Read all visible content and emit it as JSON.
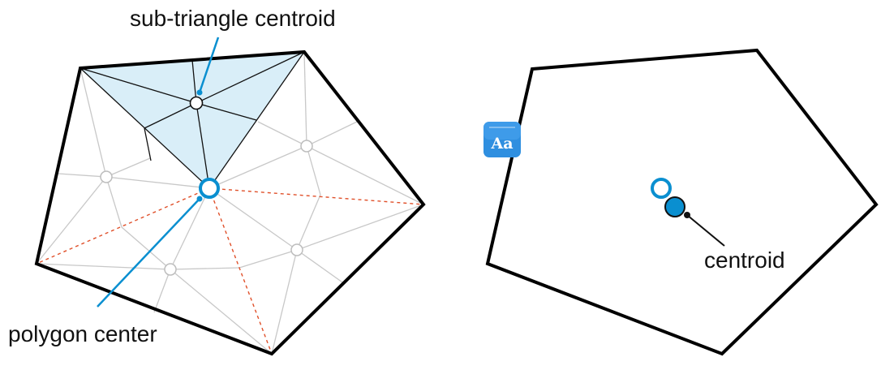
{
  "labels": {
    "sub_triangle_centroid": "sub-triangle centroid",
    "polygon_center": "polygon center",
    "centroid": "centroid"
  },
  "badge": {
    "text": "Aa",
    "icon": "font-icon"
  },
  "colors": {
    "outline": "#000000",
    "accent_blue": "#0a8fd0",
    "highlight_fill": "#d9eef8",
    "grey_lines": "#c8c8c8",
    "red_dashed": "#e0502a",
    "centroid_fill": "#0a8fd0",
    "badge_fill": "#2f8fe0"
  }
}
